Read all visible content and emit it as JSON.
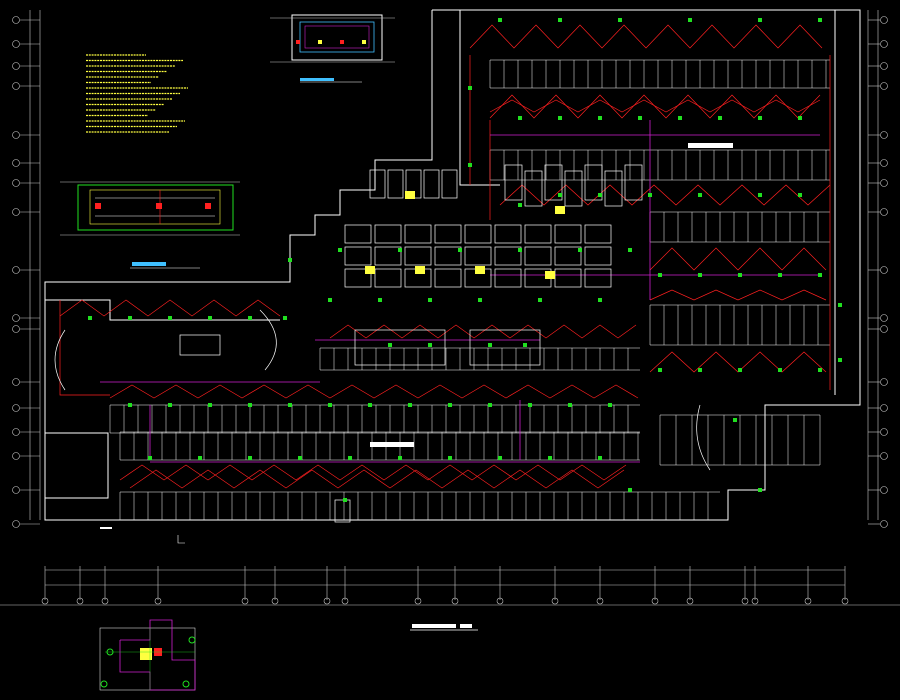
{
  "drawing": {
    "background": "#000000",
    "colors": {
      "wall": "#ffffff",
      "lighting_circuit": "#ff2020",
      "power_circuit": "#d020d0",
      "fixture": "#20e020",
      "grid": "#c8c8c8",
      "annotation": "#ffff40",
      "dimension": "#40c0ff",
      "parking_stall": "#ffffff"
    },
    "views": [
      {
        "id": "main-plan",
        "kind": "basement lighting and power floor plan"
      },
      {
        "id": "detail-top",
        "kind": "enlarged equipment room detail"
      },
      {
        "id": "detail-left",
        "kind": "enlarged cable trench detail"
      },
      {
        "id": "key-plan",
        "kind": "site key plan"
      }
    ],
    "icons": [
      "grid-bubble-icon",
      "light-fixture-icon",
      "distribution-box-icon",
      "north-symbol-icon"
    ]
  }
}
